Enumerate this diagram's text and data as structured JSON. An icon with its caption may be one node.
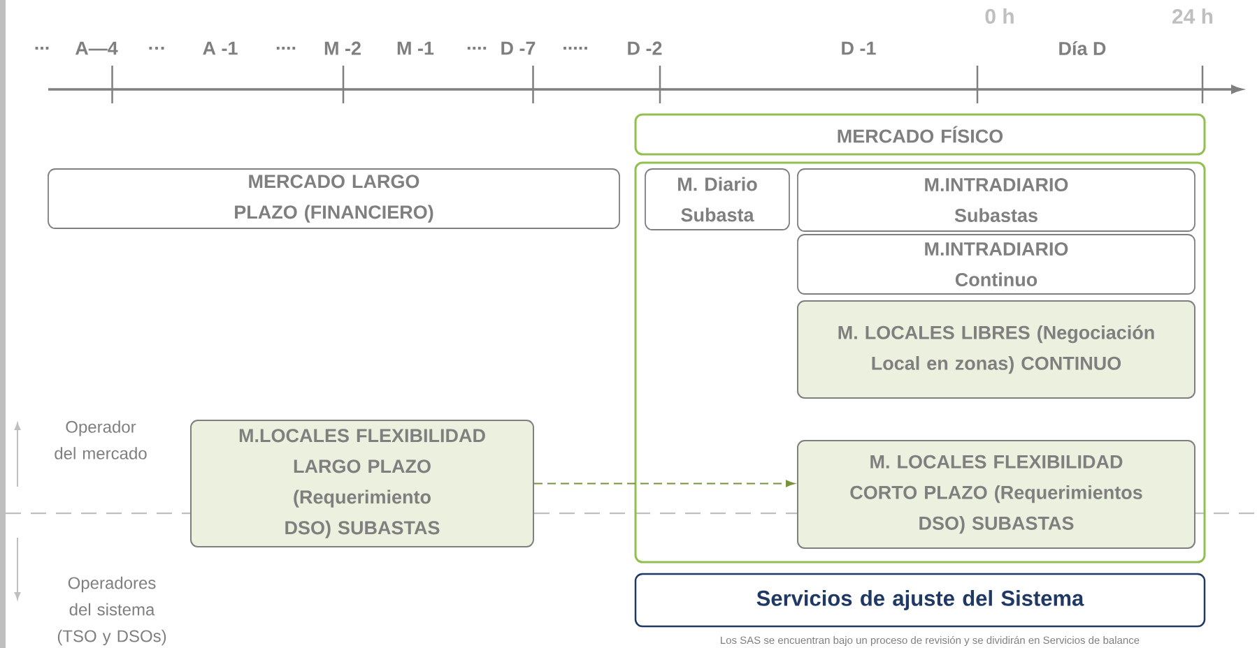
{
  "diagram": {
    "nodes": [
      {
        "text": [
          "MERCADO FÍSICO"
        ]
      },
      {
        "text": [],
        "shape": "box"
      },
      {
        "text": [
          "MERCADO LARGO PLAZO (FINANCIERO)"
        ]
      },
      {
        "text": [
          "M. Diario Subasta"
        ],
        "in": 1
      },
      {
        "text": [
          "M.INTRADIARIO Subastas"
        ],
        "in": 1
      },
      {
        "text": [
          "M.INTRADIARIO Continuo"
        ],
        "in": 1
      },
      {
        "text": [
          "M. LOCALES LIBRES (Negociación Local en zonas) CONTINUO"
        ],
        "in": 1
      },
      {
        "text": [
          "M.LOCALES FLEXIBILIDAD LARGO PLAZO (Requerimiento DSO) SUBASTAS"
        ]
      },
      {
        "text": [
          "M. LOCALES FLEXIBILIDAD CORTO PLAZO (Requerimientos DSO) SUBASTAS"
        ],
        "in": 1
      },
      {
        "text": [
          "Servicios de ajuste del Sistema"
        ]
      }
    ],
    "edges": [
      {
        "from": 7,
        "to": 8,
        "arrow": "to",
        "style": "dashed",
        "color": "#77933c"
      }
    ],
    "labels": [
      "0 h",
      "24 h",
      "...",
      "A—4",
      "…",
      "A -1",
      "....",
      "M -2",
      "M -1",
      "....",
      "D -7",
      ".....",
      "D -2",
      "D -1",
      "Día D",
      "Operador del mercado",
      "Operadores del sistema (TSO y DSOs)",
      "Los SAS se encuentran bajo un proceso de revisión y se dividirán en Servicios de balance"
    ]
  }
}
